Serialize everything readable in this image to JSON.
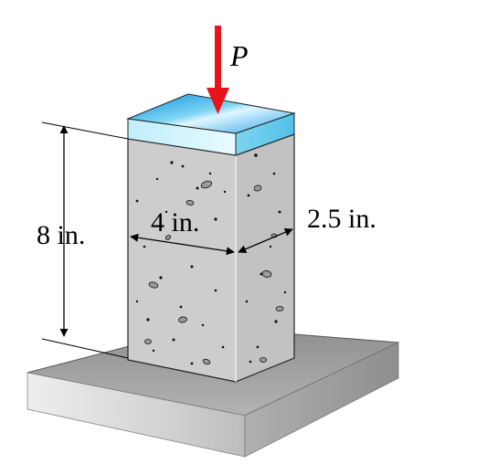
{
  "diagram": {
    "load_label": "P",
    "height_label": "8 in.",
    "width_label": "4 in.",
    "depth_label": "2.5 in."
  },
  "colors": {
    "load_arrow": "#e8141b",
    "cap": "#6fd0f0",
    "concrete_front": "#cfcfcf",
    "concrete_side": "#c4c4c4",
    "base_top": "#a4a4a4",
    "base_front": "#d2d2d2"
  }
}
